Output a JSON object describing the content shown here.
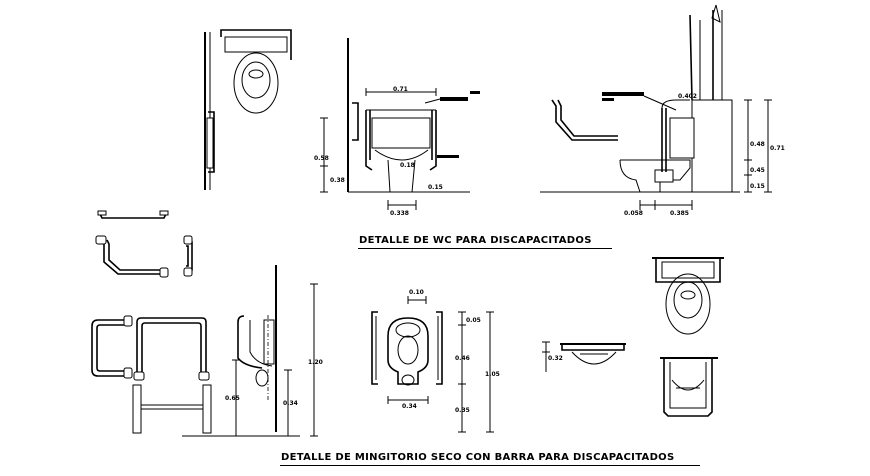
{
  "titles": {
    "wc": "DETALLE DE WC PARA DISCAPACITADOS",
    "urinal": "DETALLE DE MINGITORIO SECO CON BARRA PARA DISCAPACITADOS"
  },
  "dimensions": {
    "wc_front_top": "0.71",
    "wc_front_left_a": "0.58",
    "wc_front_left_b": "0.38",
    "wc_front_mid": "0.18",
    "wc_front_mid2": "0.15",
    "wc_front_bottom": "0.338",
    "wc_side_top": "0.402",
    "wc_side_right_a": "0.48",
    "wc_side_right_b": "0.45",
    "wc_side_right_c": "0.15",
    "wc_side_total": "0.71",
    "wc_side_bottom_a": "0.058",
    "wc_side_bottom_b": "0.385",
    "urinal_side_total": "1.20",
    "urinal_side_a": "0.65",
    "urinal_side_b": "0.34",
    "urinal_front_top": "0.10",
    "urinal_front_right_a": "0.05",
    "urinal_front_right_b": "0.46",
    "urinal_front_right_c": "0.35",
    "urinal_front_total": "1.05",
    "urinal_front_bottom": "0.34",
    "plan_small": "0.32"
  }
}
